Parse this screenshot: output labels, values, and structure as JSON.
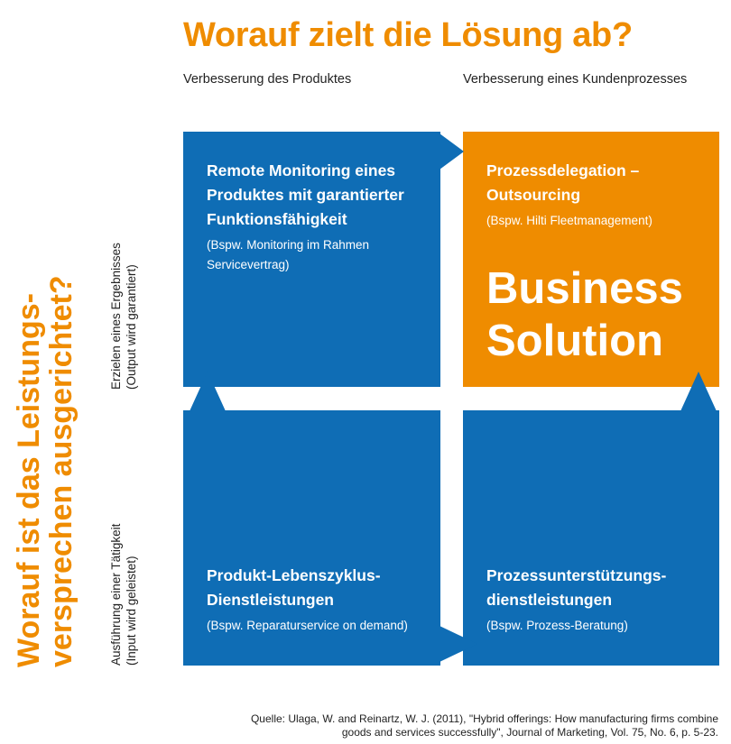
{
  "title": "Worauf zielt die Lösung ab?",
  "columns": {
    "product": "Verbesserung des Produktes",
    "process": "Verbesserung eines Kundenprozesses"
  },
  "y_title": {
    "line1": "Worauf ist das Leistungs-",
    "line2": "versprechen ausgerichtet?"
  },
  "rows": {
    "results": {
      "line1": "Erzielen eines Ergebnisses",
      "line2": "(Output wird garantiert)"
    },
    "activity": {
      "line1": "Ausführung einer Tätigkeit",
      "line2": "(Input wird geleistet)"
    }
  },
  "quadrants": {
    "top_left": {
      "title_l1": "Remote Monitoring eines",
      "title_l2": "Produktes mit garantierter",
      "title_l3": "Funktionsfähigkeit",
      "sub_l1": "(Bspw. Monitoring im Rahmen",
      "sub_l2": "Servicevertrag)"
    },
    "top_right": {
      "title_l1": "Prozessdelegation –",
      "title_l2": "Outsourcing",
      "sub_l1": "(Bspw. Hilti Fleetmanagement)",
      "big_l1": "Business",
      "big_l2": "Solution"
    },
    "bottom_left": {
      "title_l1": "Produkt-Lebenszyklus-",
      "title_l2": "Dienstleistungen",
      "sub_l1": "(Bspw. Reparaturservice on demand)"
    },
    "bottom_right": {
      "title_l1": "Prozessunterstützungs-",
      "title_l2": "dienstleistungen",
      "sub_l1": "(Bspw. Prozess-Beratung)"
    }
  },
  "source": {
    "line1": "Quelle: Ulaga, W. and Reinartz, W. J. (2011), \"Hybrid offerings: How manufacturing firms combine",
    "line2": "goods and services successfully\", Journal of Marketing, Vol. 75, No. 6, p. 5-23."
  },
  "colors": {
    "accent_orange": "#ef8c00",
    "blue": "#0f6db5"
  }
}
